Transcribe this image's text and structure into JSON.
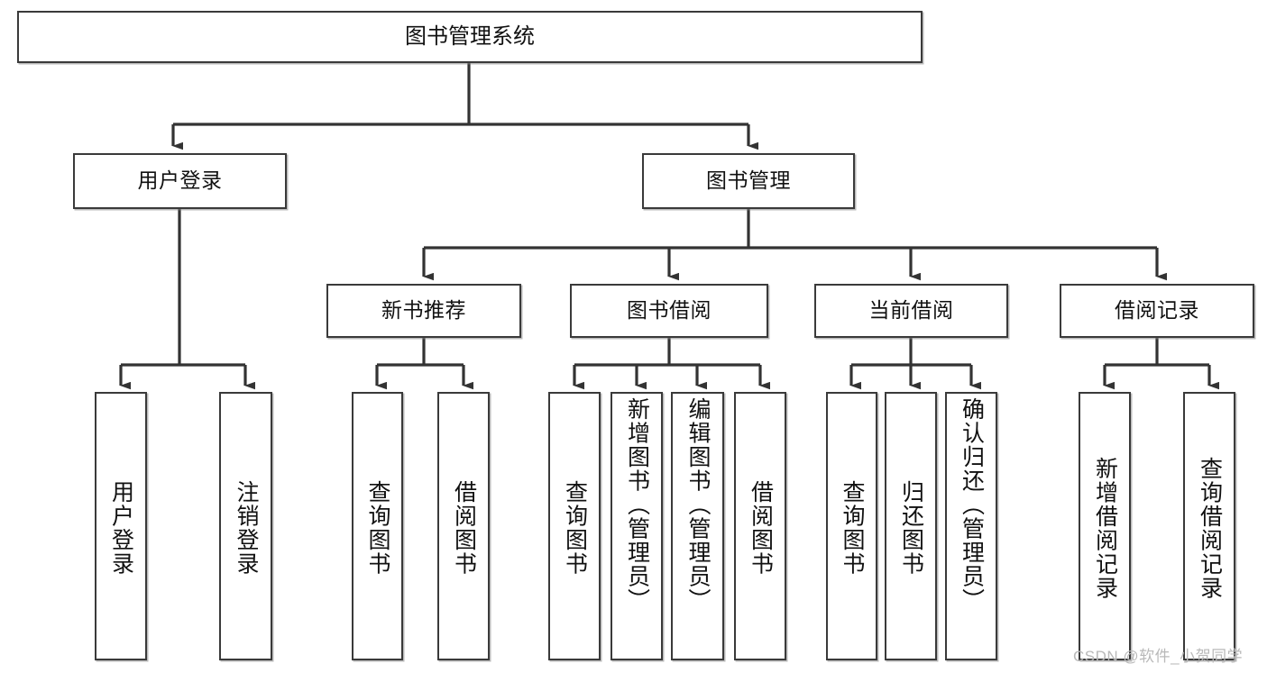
{
  "diagram": {
    "title": "图书管理系统",
    "type": "tree-hierarchy",
    "arrow_color": "#333333",
    "box_border_color": "#3a3a3a",
    "background_color": "#ffffff",
    "root": {
      "label": "图书管理系统"
    },
    "level2": [
      {
        "label": "用户登录"
      },
      {
        "label": "图书管理"
      }
    ],
    "level3": [
      {
        "label": "新书推荐"
      },
      {
        "label": "图书借阅"
      },
      {
        "label": "当前借阅"
      },
      {
        "label": "借阅记录"
      }
    ],
    "leaves": {
      "user_login": [
        {
          "label": "用户登录"
        },
        {
          "label": "注销登录"
        }
      ],
      "new_book_recommend": [
        {
          "label": "查询图书"
        },
        {
          "label": "借阅图书"
        }
      ],
      "book_borrow": [
        {
          "label": "查询图书"
        },
        {
          "label": "新增图书（管理员）"
        },
        {
          "label": "编辑图书（管理员）"
        },
        {
          "label": "借阅图书"
        }
      ],
      "current_borrow": [
        {
          "label": "查询图书"
        },
        {
          "label": "归还图书"
        },
        {
          "label": "确认归还（管理员）"
        }
      ],
      "borrow_record": [
        {
          "label": "新增借阅记录"
        },
        {
          "label": "查询借阅记录"
        }
      ]
    }
  },
  "watermark": {
    "text": "CSDN @软件_小贺同学"
  }
}
